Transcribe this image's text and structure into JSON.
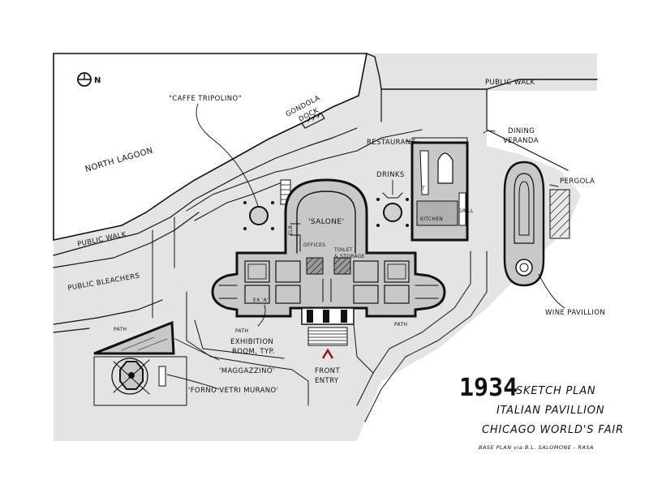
{
  "title_block": {
    "year": "1934",
    "line1": "SKETCH PLAN",
    "line2": "ITALIAN PAVILLION",
    "line3": "CHICAGO WORLD'S FAIR",
    "credit": "BASE PLAN via B.L. SALOMONE - RASA"
  },
  "north_label": "N",
  "labels": {
    "public_walk_top": "PUBLIC WALK",
    "north_lagoon": "NORTH LAGOON",
    "gondola_dock_1": "GONDOLA",
    "gondola_dock_2": "DOCK",
    "caffe": "\"CAFFE TRIPOLINO\"",
    "restaurant": "RESTAURANT",
    "dining_veranda_1": "DINING",
    "dining_veranda_2": "VERANDA",
    "drinks": "DRINKS",
    "pergola": "PERGOLA",
    "salone": "'SALONE'",
    "offices": "OFFICES",
    "toilet_1": "TOILET",
    "toilet_2": "& STORAGE",
    "kitchen": "KITCHEN",
    "grill": "GRILL",
    "kitchen_t": "T",
    "public_walk_left": "PUBLIC WALK",
    "public_bleachers": "PUBLIC BLEACHERS",
    "path_left": "PATH",
    "path_mid": "PATH",
    "path_right": "PATH",
    "ex_a": "EX.'A'",
    "exhibition_1": "EXHIBITION",
    "exhibition_2": "ROOM, TYP.",
    "magazzino": "'MAGGAZZINO'",
    "forno": "'FORNO VETRI MURANO'",
    "front_entry_1": "FRONT",
    "front_entry_2": "ENTRY",
    "wine_pavilion": "WINE PAVILLION",
    "elb": "ELB"
  },
  "colors": {
    "ink": "#111111",
    "fill_gray": "#c8c8c8",
    "lagoon_white": "#ffffff",
    "ground_gray": "#e4e4e4",
    "entry_arrow": "#8b1a1a"
  }
}
